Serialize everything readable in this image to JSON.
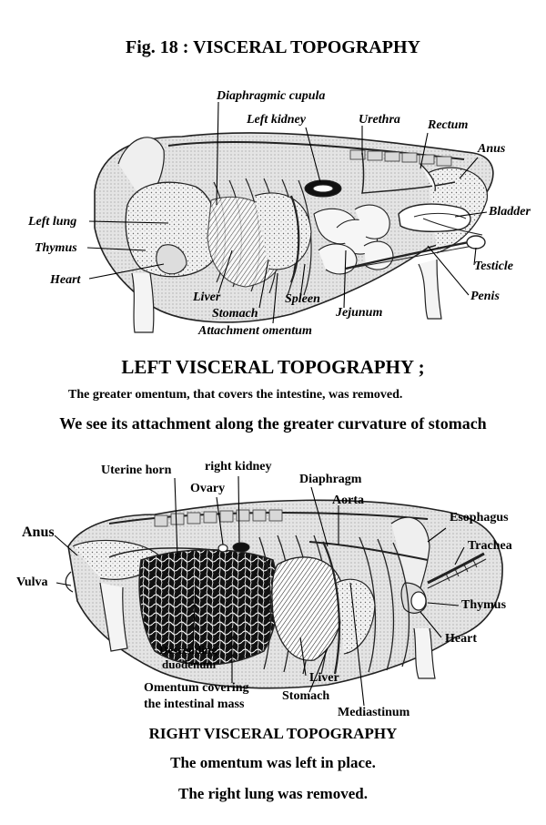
{
  "figure_title": "Fig. 18 : VISCERAL TOPOGRAPHY",
  "left": {
    "heading": "LEFT VISCERAL TOPOGRAPHY ;",
    "caption_1": "The greater omentum, that covers the intestine, was removed.",
    "caption_2": "We see its attachment along the greater curvature of stomach",
    "labels": {
      "diaphragmic_cupula": "Diaphragmic cupula",
      "left_kidney": "Left kidney",
      "urethra": "Urethra",
      "rectum": "Rectum",
      "anus": "Anus",
      "bladder": "Bladder",
      "testicle": "Testicle",
      "penis": "Penis",
      "left_lung": "Left lung",
      "thymus": "Thymus",
      "heart": "Heart",
      "liver": "Liver",
      "stomach": "Stomach",
      "attachment_omentum": "Attachment omentum",
      "spleen": "Spleen",
      "jejunum": "Jejunum"
    }
  },
  "right": {
    "heading": "RIGHT VISCERAL TOPOGRAPHY",
    "caption_1": "The omentum was left in place.",
    "caption_2": "The right lung was removed.",
    "labels": {
      "uterine_horn": "Uterine horn",
      "right_kidney": "right kidney",
      "ovary": "Ovary",
      "diaphragm": "Diaphragm",
      "aorta": "Aorta",
      "esophagus": "Esophagus",
      "trachea": "Trachea",
      "thymus": "Thymus",
      "heart": "Heart",
      "anus": "Anus",
      "vulva": "Vulva",
      "descending_duodenum_1": "Descending",
      "descending_duodenum_2": "duodenum",
      "omentum_covering_1": "Omentum covering",
      "omentum_covering_2": "the intestinal mass",
      "liver": "Liver",
      "stomach": "Stomach",
      "mediastinum": "Mediastinum"
    }
  }
}
